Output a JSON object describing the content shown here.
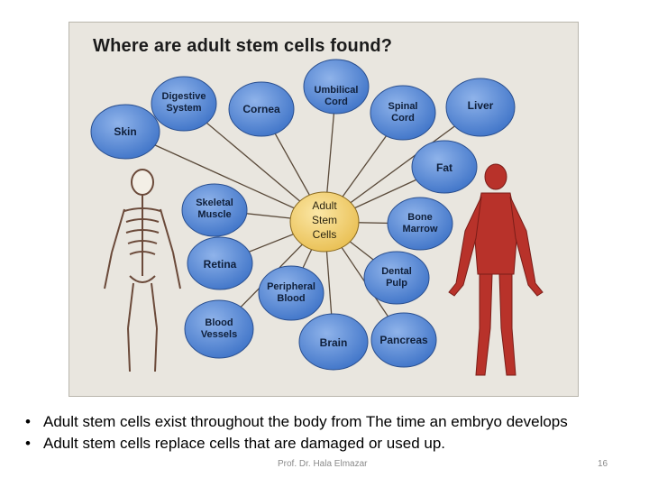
{
  "figure": {
    "title": "Where are adult stem cells found?",
    "center_label": [
      "Adult",
      "Stem",
      "Cells"
    ],
    "nodes": [
      {
        "id": "skin",
        "lines": [
          "Skin"
        ]
      },
      {
        "id": "digestive-system",
        "lines": [
          "Digestive",
          "System"
        ]
      },
      {
        "id": "cornea",
        "lines": [
          "Cornea"
        ]
      },
      {
        "id": "umbilical-cord",
        "lines": [
          "Umbilical",
          "Cord"
        ]
      },
      {
        "id": "spinal-cord",
        "lines": [
          "Spinal",
          "Cord"
        ]
      },
      {
        "id": "liver",
        "lines": [
          "Liver"
        ]
      },
      {
        "id": "fat",
        "lines": [
          "Fat"
        ]
      },
      {
        "id": "skeletal-muscle",
        "lines": [
          "Skeletal",
          "Muscle"
        ]
      },
      {
        "id": "bone-marrow",
        "lines": [
          "Bone",
          "Marrow"
        ]
      },
      {
        "id": "retina",
        "lines": [
          "Retina"
        ]
      },
      {
        "id": "dental-pulp",
        "lines": [
          "Dental",
          "Pulp"
        ]
      },
      {
        "id": "peripheral-blood",
        "lines": [
          "Peripheral",
          "Blood"
        ]
      },
      {
        "id": "blood-vessels",
        "lines": [
          "Blood",
          "Vessels"
        ]
      },
      {
        "id": "brain",
        "lines": [
          "Brain"
        ]
      },
      {
        "id": "pancreas",
        "lines": [
          "Pancreas"
        ]
      }
    ],
    "colors": {
      "node_fill": "#3f74c8",
      "node_fill_light": "#8fb3ea",
      "center_fill": "#f1cf72",
      "line": "#5a4a3a",
      "background": "#e9e6df"
    }
  },
  "bullets": [
    {
      "marker": "•",
      "text": "Adult stem cells exist throughout the body from The time an embryo develops"
    },
    {
      "marker": "•",
      "text": "Adult stem cells replace cells that are damaged or used up."
    }
  ],
  "footer": {
    "author": "Prof. Dr. Hala Elmazar",
    "page": "16"
  }
}
